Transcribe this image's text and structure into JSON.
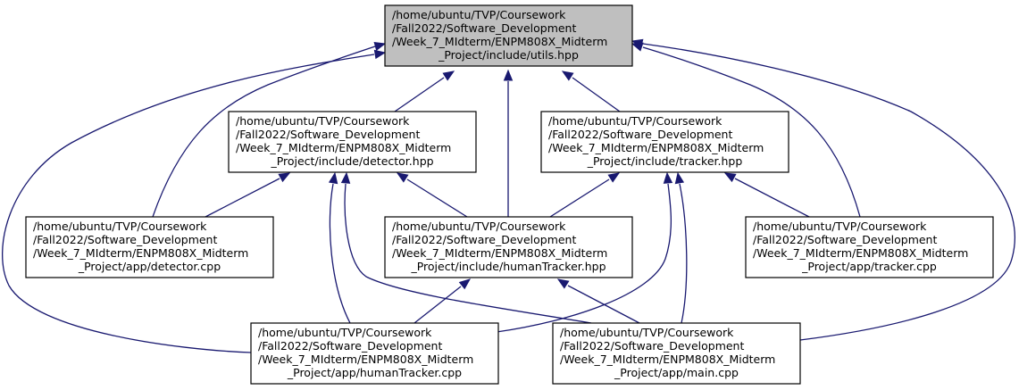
{
  "colors": {
    "edge": "#191970",
    "root_fill": "#bfbfbf",
    "node_fill": "#ffffff",
    "border": "#000000",
    "text": "#000000"
  },
  "nodes": [
    {
      "id": "utils_hpp",
      "root": true,
      "lines": [
        "/home/ubuntu/TVP/Coursework",
        "/Fall2022/Software_Development",
        "/Week_7_MIdterm/ENPM808X_Midterm",
        "_Project/include/utils.hpp"
      ]
    },
    {
      "id": "detector_hpp",
      "lines": [
        "/home/ubuntu/TVP/Coursework",
        "/Fall2022/Software_Development",
        "/Week_7_MIdterm/ENPM808X_Midterm",
        "_Project/include/detector.hpp"
      ]
    },
    {
      "id": "tracker_hpp",
      "lines": [
        "/home/ubuntu/TVP/Coursework",
        "/Fall2022/Software_Development",
        "/Week_7_MIdterm/ENPM808X_Midterm",
        "_Project/include/tracker.hpp"
      ]
    },
    {
      "id": "detector_cpp",
      "lines": [
        "/home/ubuntu/TVP/Coursework",
        "/Fall2022/Software_Development",
        "/Week_7_MIdterm/ENPM808X_Midterm",
        "_Project/app/detector.cpp"
      ]
    },
    {
      "id": "humanTracker_hpp",
      "lines": [
        "/home/ubuntu/TVP/Coursework",
        "/Fall2022/Software_Development",
        "/Week_7_MIdterm/ENPM808X_Midterm",
        "_Project/include/humanTracker.hpp"
      ]
    },
    {
      "id": "tracker_cpp",
      "lines": [
        "/home/ubuntu/TVP/Coursework",
        "/Fall2022/Software_Development",
        "/Week_7_MIdterm/ENPM808X_Midterm",
        "_Project/app/tracker.cpp"
      ]
    },
    {
      "id": "humanTracker_cpp",
      "lines": [
        "/home/ubuntu/TVP/Coursework",
        "/Fall2022/Software_Development",
        "/Week_7_MIdterm/ENPM808X_Midterm",
        "_Project/app/humanTracker.cpp"
      ]
    },
    {
      "id": "main_cpp",
      "lines": [
        "/home/ubuntu/TVP/Coursework",
        "/Fall2022/Software_Development",
        "/Week_7_MIdterm/ENPM808X_Midterm",
        "_Project/app/main.cpp"
      ]
    }
  ],
  "edges": [
    {
      "from": "detector_hpp",
      "to": "utils_hpp"
    },
    {
      "from": "humanTracker_hpp",
      "to": "utils_hpp"
    },
    {
      "from": "tracker_hpp",
      "to": "utils_hpp"
    },
    {
      "from": "detector_cpp",
      "to": "utils_hpp"
    },
    {
      "from": "tracker_cpp",
      "to": "utils_hpp"
    },
    {
      "from": "humanTracker_cpp",
      "to": "utils_hpp"
    },
    {
      "from": "main_cpp",
      "to": "utils_hpp"
    },
    {
      "from": "detector_cpp",
      "to": "detector_hpp"
    },
    {
      "from": "humanTracker_hpp",
      "to": "detector_hpp"
    },
    {
      "from": "humanTracker_cpp",
      "to": "detector_hpp"
    },
    {
      "from": "main_cpp",
      "to": "detector_hpp"
    },
    {
      "from": "humanTracker_hpp",
      "to": "tracker_hpp"
    },
    {
      "from": "tracker_cpp",
      "to": "tracker_hpp"
    },
    {
      "from": "humanTracker_cpp",
      "to": "tracker_hpp"
    },
    {
      "from": "main_cpp",
      "to": "tracker_hpp"
    },
    {
      "from": "humanTracker_cpp",
      "to": "humanTracker_hpp"
    },
    {
      "from": "main_cpp",
      "to": "humanTracker_hpp"
    }
  ]
}
